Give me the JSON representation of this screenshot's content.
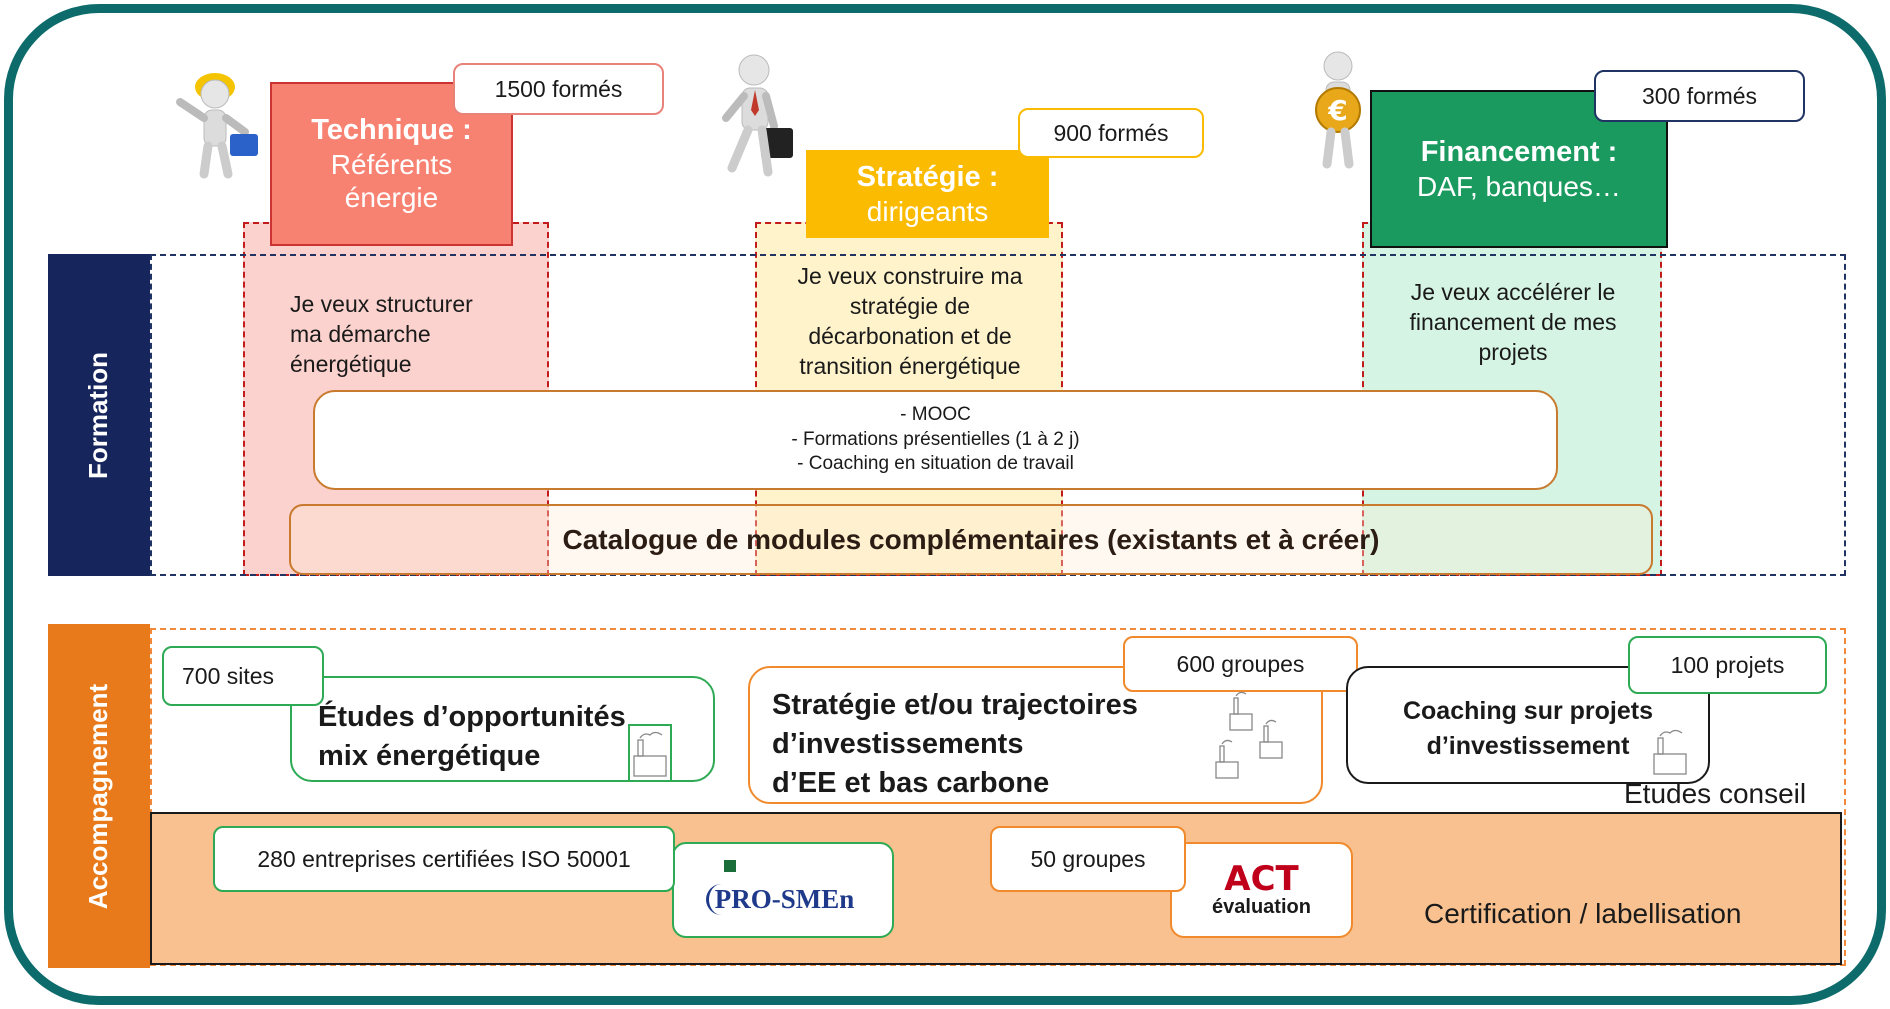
{
  "personas": {
    "technique": {
      "title": "Technique :",
      "subtitle1": "Référents",
      "subtitle2": "énergie",
      "count": "1500 formés",
      "need": [
        "Je veux structurer",
        "ma démarche",
        "énergétique"
      ]
    },
    "strategie": {
      "title": "Stratégie :",
      "subtitle": "dirigeants",
      "count": "900 formés",
      "need": [
        "Je veux construire ma",
        "stratégie de",
        "décarbonation et de",
        "transition énergétique"
      ]
    },
    "financement": {
      "title": "Financement :",
      "subtitle": "DAF, banques…",
      "count": "300 formés",
      "need": [
        "Je veux accélérer le",
        "financement de mes",
        "projets"
      ]
    }
  },
  "formation": {
    "label": "Formation",
    "modalities": [
      "- MOOC",
      "- Formations présentielles (1 à 2 j)",
      "- Coaching en situation de travail"
    ],
    "catalogue": "Catalogue de modules complémentaires (existants et à créer)"
  },
  "accompagnement": {
    "label": "Accompagnement",
    "etudes_label": "Etudes conseil",
    "cert_label": "Certification / labellisation",
    "etudes": {
      "count": "700 sites",
      "lines": [
        "Études d’opportunités",
        "mix énergétique"
      ]
    },
    "strategie": {
      "count": "600 groupes",
      "lines": [
        "Stratégie et/ou trajectoires",
        "d’investissements",
        "d’EE et bas carbone"
      ]
    },
    "coaching": {
      "count": "100 projets",
      "lines": [
        "Coaching sur projets",
        "d’investissement"
      ]
    },
    "prosmen": {
      "count": "280 entreprises certifiées ISO 50001",
      "logo": "PRO-SMEn"
    },
    "act": {
      "count": "50 groupes",
      "logo": "ACT",
      "logo_sub": "évaluation"
    }
  },
  "icons": [
    "worker-figure-icon",
    "businessman-figure-icon",
    "euro-figure-icon",
    "factory-icon"
  ],
  "colors": {
    "frame": "#0e6b6b",
    "technique": "#f88272",
    "strategie": "#fbbb00",
    "financement": "#1a9a5f",
    "formation_side": "#16265c",
    "accompagnement_side": "#e87a1b",
    "certification_band": "#f8c18f"
  }
}
